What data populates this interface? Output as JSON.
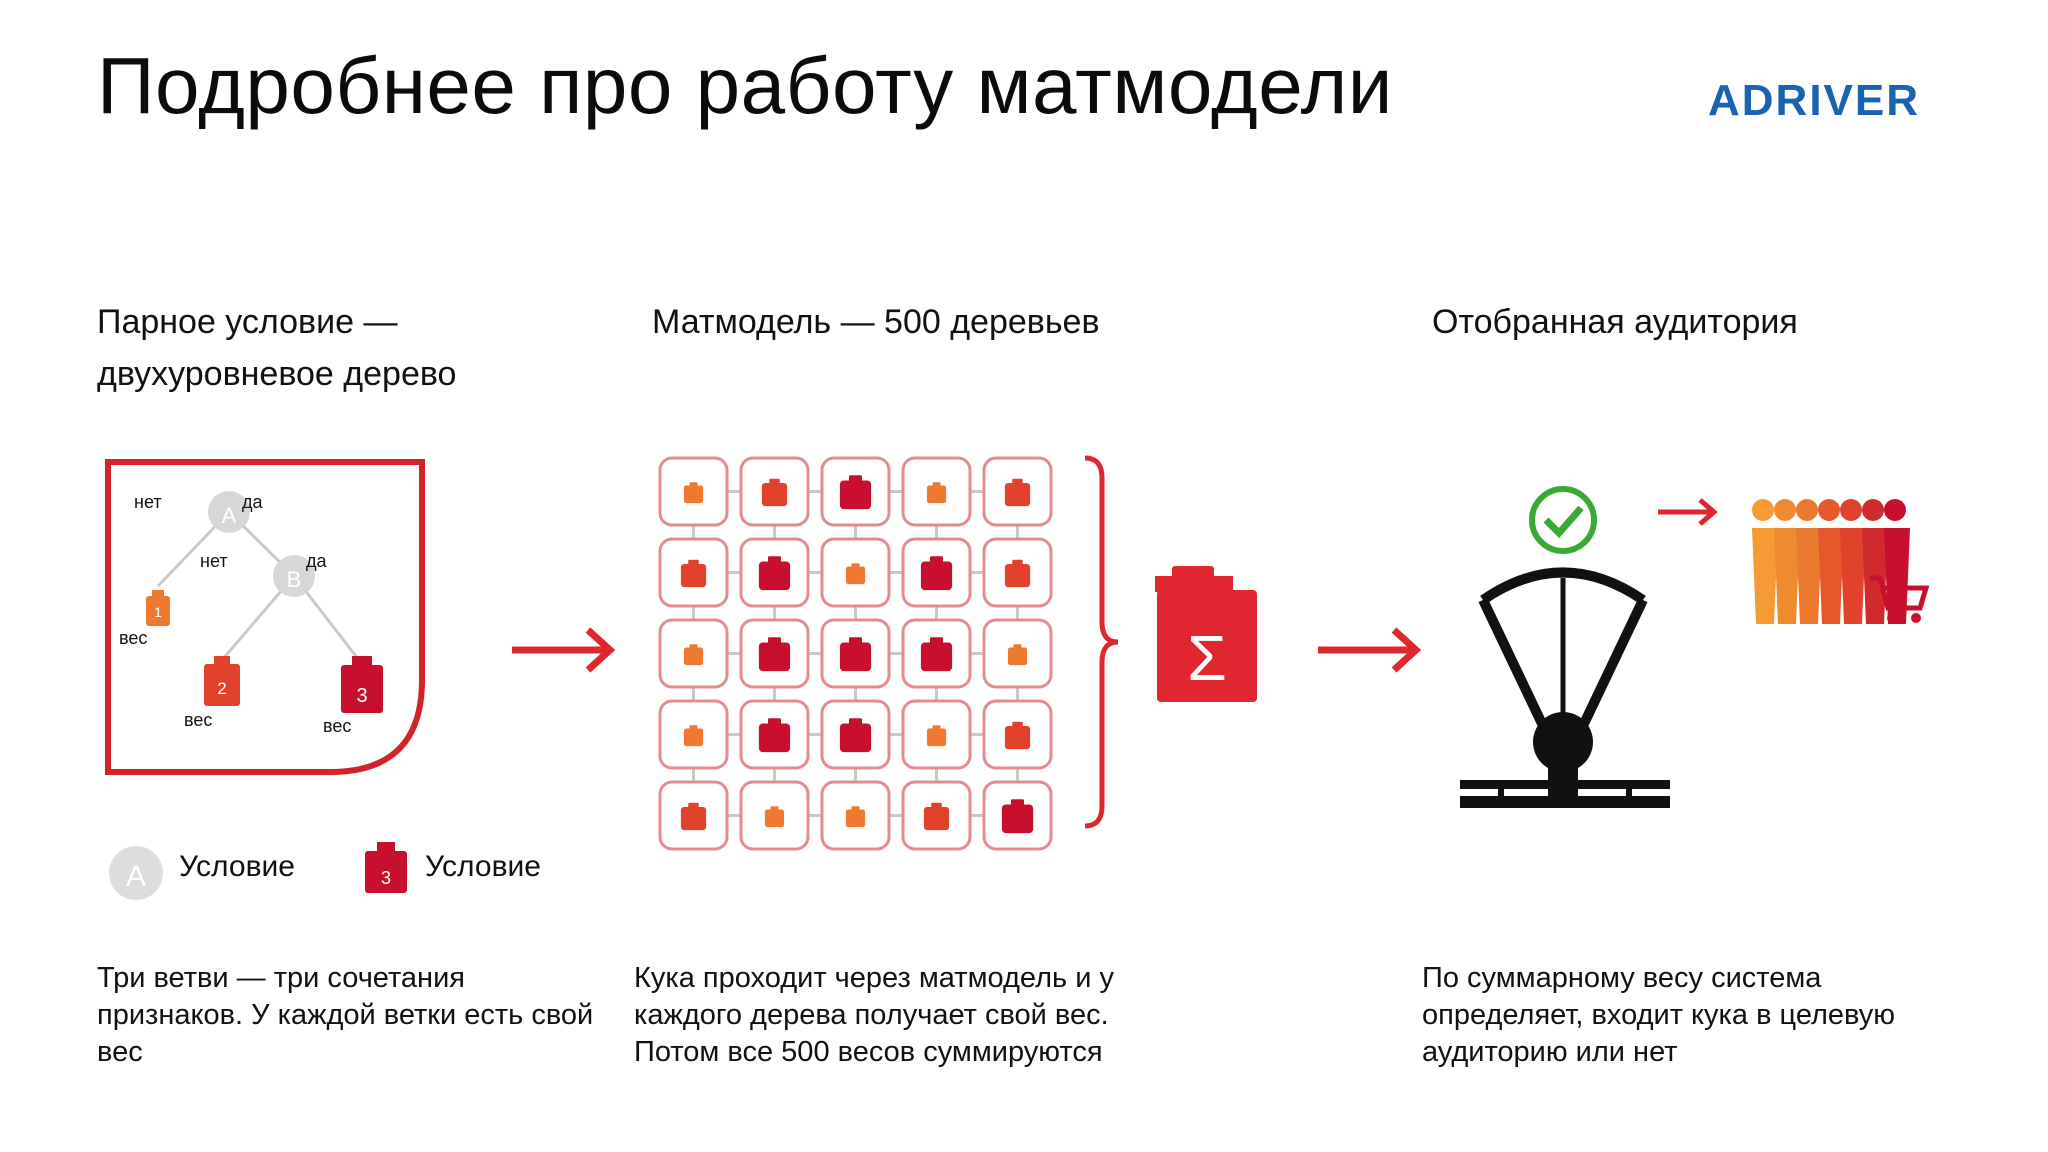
{
  "title": "Подробнее про работу матмодели",
  "logo": "ADRIVER",
  "colors": {
    "red": "#e0262f",
    "dark_red": "#c8102e",
    "orange": "#ef7a2f",
    "blue": "#1a63b3",
    "check_green": "#3aa935"
  },
  "columns": [
    {
      "heading_line1": "Парное условие —",
      "heading_line2": "двухуровневое дерево",
      "description": "Три ветви — три сочетания признаков. У каждой ветки есть свой вес"
    },
    {
      "heading_line1": "Матмодель — 500 деревьев",
      "description": "Кука проходит через матмодель и у каждого дерева получает свой вес. Потом все 500 весов суммируются"
    },
    {
      "heading_line1": "Отобранная аудитория",
      "description": "По суммарному весу система определяет, входит кука в целевую аудиторию или нет"
    }
  ],
  "tree": {
    "node_a": "A",
    "node_b": "B",
    "no": "нет",
    "yes": "да",
    "weight": "вес",
    "leaf_numbers": [
      "1",
      "2",
      "3"
    ]
  },
  "legend": [
    {
      "icon": "circle-condition-icon",
      "symbol": "A",
      "label": "Условие"
    },
    {
      "icon": "weight-icon",
      "symbol": "3",
      "label": "Условие"
    }
  ],
  "sum_symbol": "Σ"
}
